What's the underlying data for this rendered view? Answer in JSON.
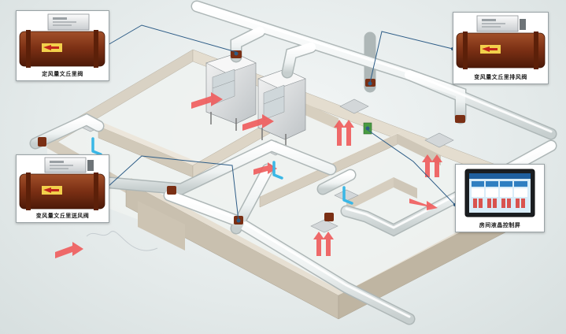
{
  "callouts": {
    "top_left": "定风量文丘里阀",
    "top_right": "变风量文丘里排风阀",
    "middle_left": "变风量文丘里送风阀",
    "bottom_right": "房间液晶控制屏"
  },
  "colors": {
    "pipe": "#f7f9f9",
    "wall": "#cfc7b8",
    "floor": "#e7ecea",
    "valve_body": "#7a2f14",
    "supply_arrow": "#ef5b5b",
    "return_arrow": "#3ab7e6",
    "leader_line": "#2e5d87"
  },
  "icons": {
    "venturi_valve": "venturi-valve-icon",
    "control_panel": "lcd-control-panel-icon",
    "fume_hood": "fume-hood-icon"
  }
}
